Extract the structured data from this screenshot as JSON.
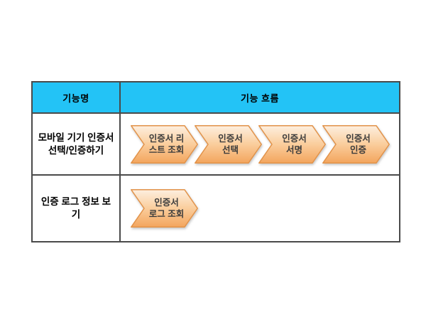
{
  "header": {
    "col1": "기능명",
    "col2": "기능 흐름"
  },
  "rows": [
    {
      "name": "모바일 기기 인증서 선택/인증하기",
      "name_lines": [
        "모바일 기기 인증서",
        "선택/인증하기"
      ],
      "steps": [
        {
          "label": "인증서 리스트 조회",
          "lines": [
            "인증서 리",
            "스트 조회"
          ]
        },
        {
          "label": "인증서 선택",
          "lines": [
            "인증서",
            "선택"
          ]
        },
        {
          "label": "인증서 서명",
          "lines": [
            "인증서",
            "서명"
          ]
        },
        {
          "label": "인증서 인증",
          "lines": [
            "인증서",
            "인증"
          ]
        }
      ]
    },
    {
      "name": "인증 로그 정보 보기",
      "name_lines": [
        "인증 로그 정보 보",
        "기"
      ],
      "steps": [
        {
          "label": "인증서 로그 조회",
          "lines": [
            "인증서",
            "로그 조회"
          ]
        }
      ]
    }
  ],
  "colors": {
    "header_bg": "#23C3F6",
    "table_border": "#4a4a4a",
    "chevron_border": "#E2934A",
    "chevron_gradient_top": "#FDEFE0",
    "chevron_gradient_mid": "#FACD9C",
    "chevron_gradient_bottom": "#F3A55E",
    "chevron_text": "#3c3c3c"
  }
}
